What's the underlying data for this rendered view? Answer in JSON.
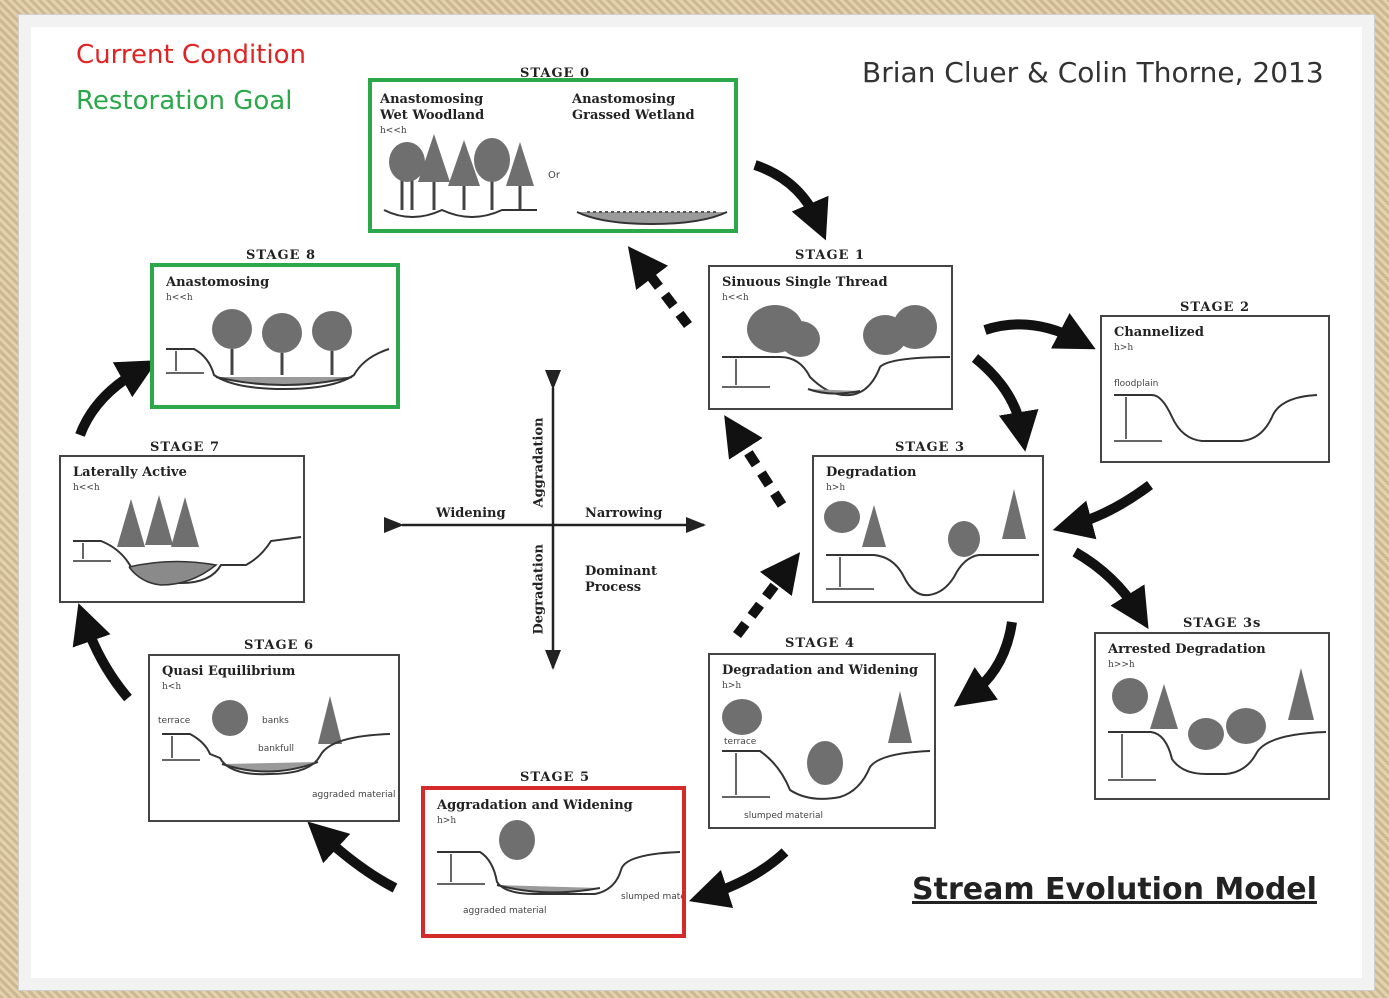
{
  "legend": {
    "current": "Current Condition",
    "goal": "Restoration Goal",
    "current_color": "#e02424",
    "goal_color": "#2aa84a"
  },
  "credit": "Brian Cluer & Colin Thorne, 2013",
  "title": "Stream Evolution Model",
  "stages": {
    "s0": {
      "label": "STAGE 0",
      "title_a": "Anastomosing",
      "title_a2": "Wet Woodland",
      "sub_a": "h<<h",
      "title_b": "Anastomosing",
      "title_b2": "Grassed Wetland",
      "or": "Or"
    },
    "s1": {
      "label": "STAGE 1",
      "title": "Sinuous Single Thread",
      "sub": "h<<h"
    },
    "s2": {
      "label": "STAGE 2",
      "title": "Channelized",
      "sub": "h>h",
      "floodplain": "floodplain"
    },
    "s3": {
      "label": "STAGE 3",
      "title": "Degradation",
      "sub": "h>h"
    },
    "s3s": {
      "label": "STAGE 3s",
      "title": "Arrested Degradation",
      "sub": "h>>h"
    },
    "s4": {
      "label": "STAGE 4",
      "title": "Degradation and Widening",
      "sub": "h>h",
      "terrace": "terrace",
      "slumped": "slumped material"
    },
    "s5": {
      "label": "STAGE 5",
      "title": "Aggradation and Widening",
      "sub": "h>h",
      "aggraded": "aggraded material",
      "slumped": "slumped material"
    },
    "s6": {
      "label": "STAGE 6",
      "title": "Quasi Equilibrium",
      "sub": "h<h",
      "terrace": "terrace",
      "banks": "banks",
      "bankfull": "bankfull",
      "aggraded": "aggraded material"
    },
    "s7": {
      "label": "STAGE 7",
      "title": "Laterally Active",
      "sub": "h<<h"
    },
    "s8": {
      "label": "STAGE 8",
      "title": "Anastomosing",
      "sub": "h<<h"
    }
  },
  "axes": {
    "widening": "Widening",
    "narrowing": "Narrowing",
    "aggradation": "Aggradation",
    "degradation": "Degradation",
    "dominant": "Dominant",
    "process": "Process"
  },
  "colors": {
    "stage0_border": "#2aa84a",
    "stage8_border": "#2aa84a",
    "stage5_border": "#d42a2a"
  }
}
